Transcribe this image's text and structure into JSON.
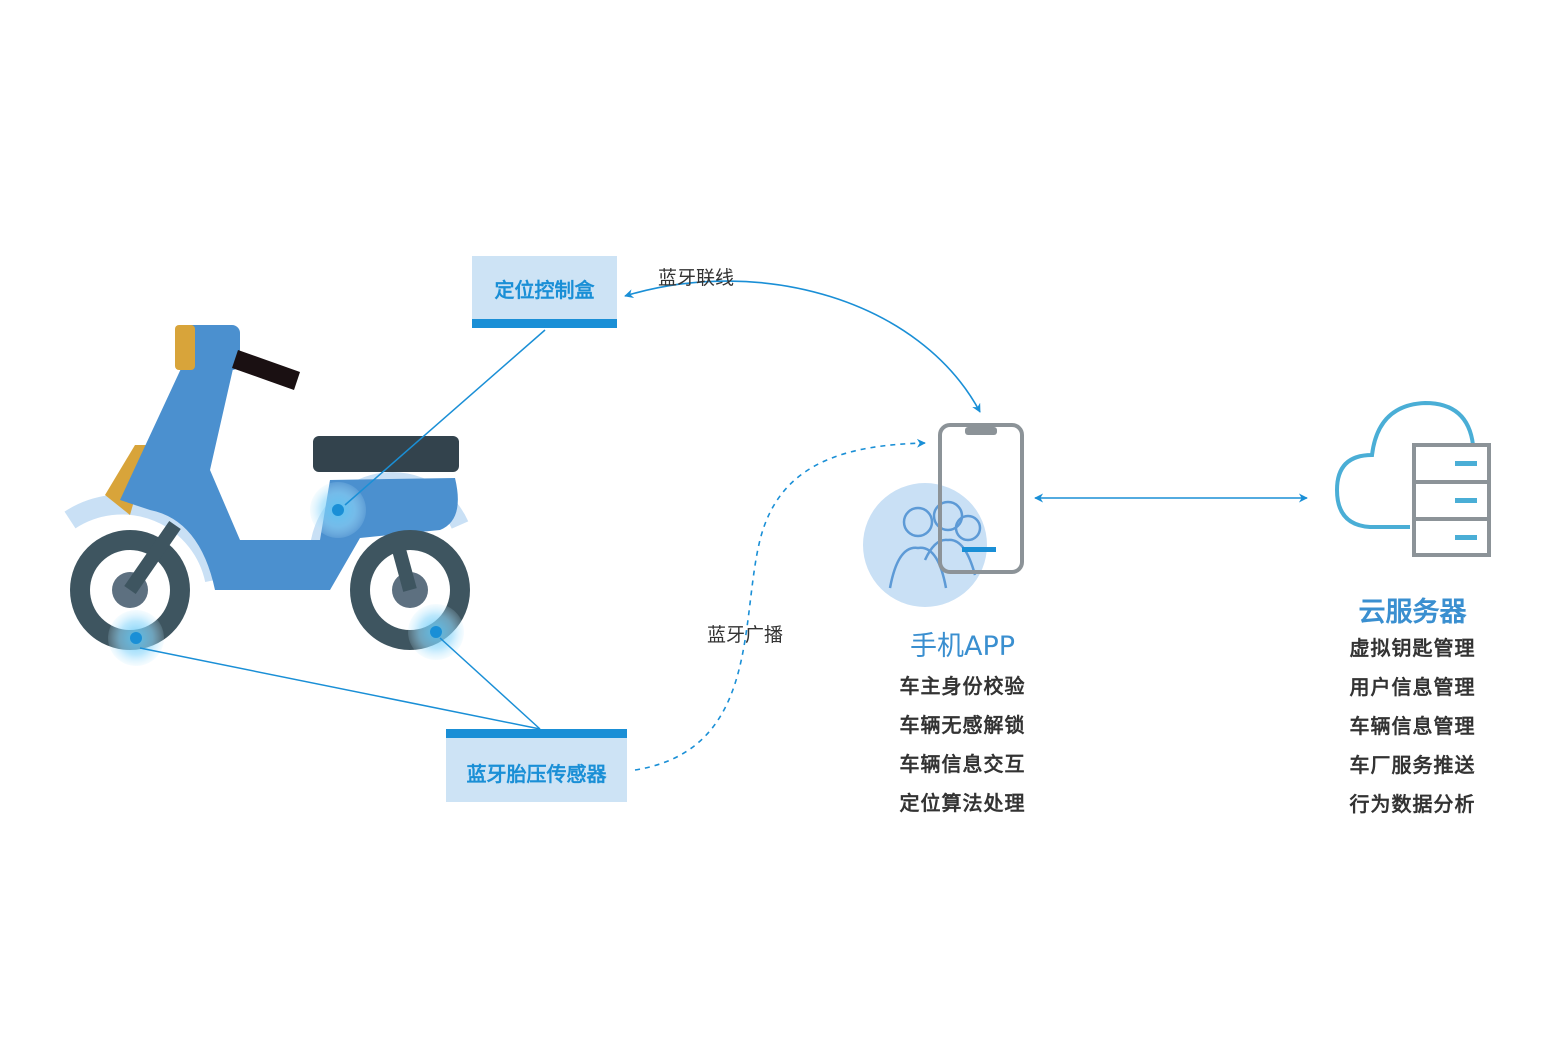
{
  "labels": {
    "control_box": "定位控制盒",
    "tpms_sensor": "蓝牙胎压传感器",
    "bt_connect": "蓝牙联线",
    "bt_broadcast": "蓝牙广播"
  },
  "phone": {
    "title": "手机APP",
    "features": [
      "车主身份校验",
      "车辆无感解锁",
      "车辆信息交互",
      "定位算法处理"
    ]
  },
  "cloud": {
    "title": "云服务器",
    "features": [
      "虚拟钥匙管理",
      "用户信息管理",
      "车辆信息管理",
      "车厂服务推送",
      "行为数据分析"
    ]
  },
  "colors": {
    "accent": "#1a8fd6",
    "box_fill": "#cde3f5",
    "scooter_body": "#4b90cf",
    "seat": "#33434d",
    "tire": "#3e5560",
    "cloud_stroke": "#4aaed6",
    "server_gray": "#8c9398"
  },
  "icons": {
    "scooter": "scooter-icon",
    "phone": "smartphone-icon",
    "users": "users-icon",
    "cloud": "cloud-icon",
    "server": "server-icon",
    "sensor": "bluetooth-sensor-icon"
  }
}
